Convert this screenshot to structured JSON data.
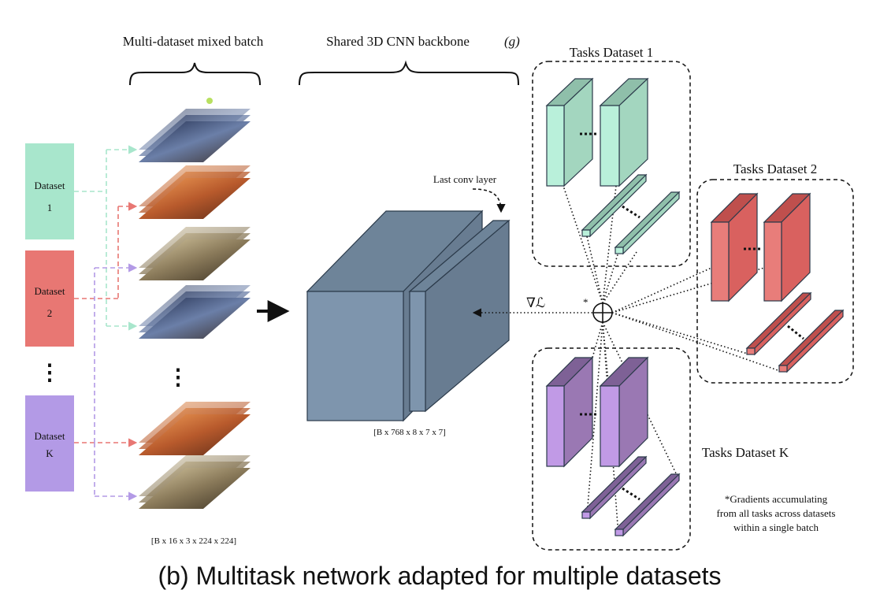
{
  "labels": {
    "mixed_batch": "Multi-dataset mixed batch",
    "backbone": "Shared 3D CNN backbone",
    "backbone_symbol": "(g)",
    "last_conv": "Last conv layer",
    "gradient": "∇ℒ",
    "input_shape": "[B x 16 x 3 x 224 x 224]",
    "feature_shape": "[B x 768 x 8 x 7 x 7]",
    "sum_asterisk": "*",
    "caption": "(b) Multitask network adapted for multiple datasets"
  },
  "datasets": [
    {
      "line1": "Dataset",
      "line2": "1",
      "color": "#a8e6cc"
    },
    {
      "line1": "Dataset",
      "line2": "2",
      "color": "#e87773"
    },
    {
      "line1": "Dataset",
      "line2": "K",
      "color": "#b39ae6"
    }
  ],
  "tasks": {
    "d1": {
      "title": "Tasks Dataset 1",
      "face": "#a3d6bf",
      "side": "#b9f0da",
      "top": "#8fbfaa"
    },
    "d2": {
      "title": "Tasks Dataset 2",
      "face": "#d9615f",
      "side": "#e87d7a",
      "top": "#bf4f4d"
    },
    "dk": {
      "title": "Tasks Dataset K",
      "face": "#9a78b3",
      "side": "#c19ae6",
      "top": "#7e6196"
    }
  },
  "note": {
    "line1": "*Gradients accumulating",
    "line2": "from all tasks across datasets",
    "line3": "within a single batch"
  },
  "colors": {
    "backbone_front": "#7e95ad",
    "backbone_top": "#6e8499",
    "backbone_side": "#687c91",
    "outline": "#2b3a4a"
  }
}
